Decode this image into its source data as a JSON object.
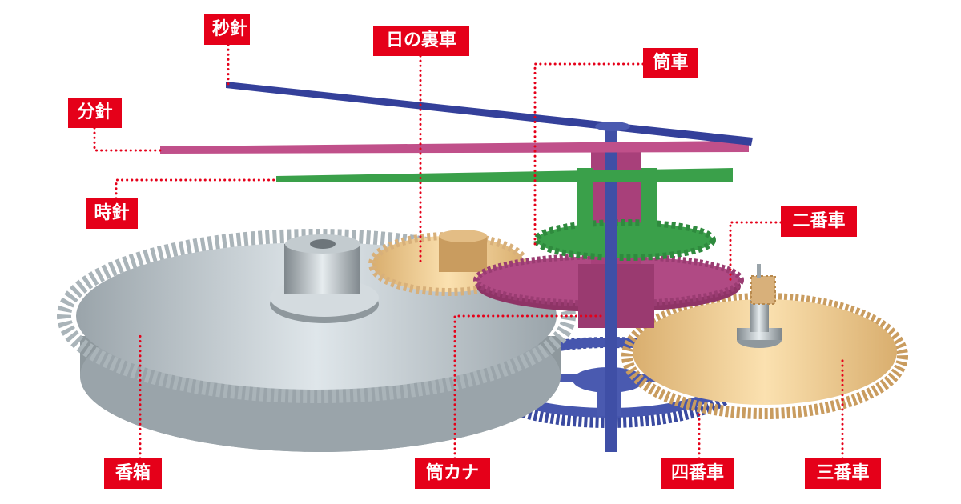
{
  "labels": {
    "second_hand": "秒針",
    "minute_wheel": "日の裏車",
    "hour_wheel": "筒車",
    "minute_hand": "分針",
    "hour_hand": "時針",
    "center_wheel": "二番車",
    "barrel": "香箱",
    "cannon_pinion": "筒カナ",
    "fourth_wheel": "四番車",
    "third_wheel": "三番車"
  },
  "colors": {
    "label_bg": "#e50019",
    "barrel": "#b9c3c8",
    "fourth_wheel": "#3a4aa0",
    "third_wheel": "#e8c288",
    "cannon_pinion": "#a8407a",
    "hour_wheel": "#3aa04a",
    "minute_wheel": "#d8b07a",
    "second_hand": "#34409a",
    "minute_hand": "#c0508a"
  }
}
